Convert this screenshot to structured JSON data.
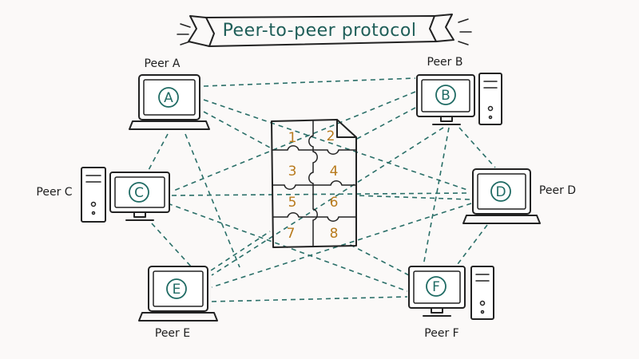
{
  "title": "Peer-to-peer protocol",
  "colors": {
    "link": "#2a6f68",
    "peer_letter": "#1f6b64",
    "piece_number": "#b87a1c",
    "banner_text": "#1f5e58",
    "background": "#fbf9f8"
  },
  "file": {
    "icon": "document-icon",
    "pieces": [
      "1",
      "2",
      "3",
      "4",
      "5",
      "6",
      "7",
      "8"
    ]
  },
  "peers": [
    {
      "label": "Peer A",
      "letter": "A",
      "device": "laptop"
    },
    {
      "label": "Peer B",
      "letter": "B",
      "device": "desktop"
    },
    {
      "label": "Peer C",
      "letter": "C",
      "device": "desktop"
    },
    {
      "label": "Peer D",
      "letter": "D",
      "device": "laptop"
    },
    {
      "label": "Peer E",
      "letter": "E",
      "device": "laptop"
    },
    {
      "label": "Peer F",
      "letter": "F",
      "device": "desktop"
    }
  ]
}
